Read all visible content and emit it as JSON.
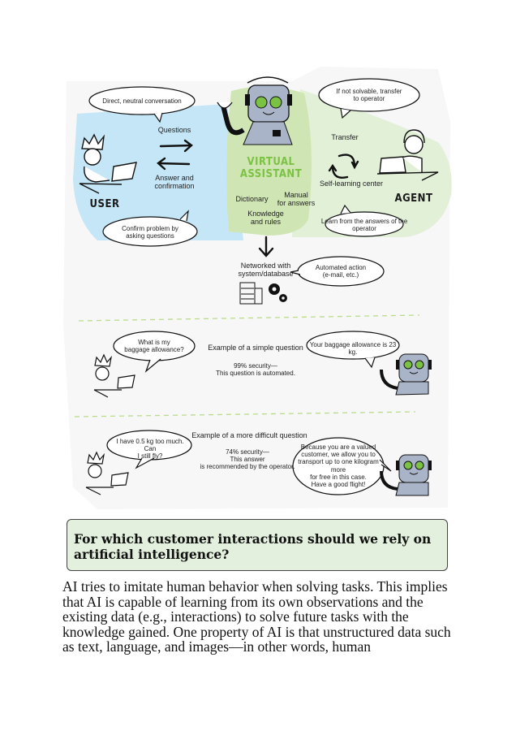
{
  "figure": {
    "top_section": {
      "user_label": "USER",
      "agent_label": "AGENT",
      "virtual_assistant_label_line1": "VIRTUAL",
      "virtual_assistant_label_line2": "ASSISTANT",
      "bubble_direct": "Direct, neutral conversation",
      "bubble_transfer_line1": "If not solvable, transfer",
      "bubble_transfer_line2": "to operator",
      "bubble_confirm_line1": "Confirm problem by",
      "bubble_confirm_line2": "asking questions",
      "bubble_learn_line1": "Learn from the answers of the",
      "bubble_learn_line2": "operator",
      "questions": "Questions",
      "answer_line1": "Answer and",
      "answer_line2": "confirmation",
      "transfer": "Transfer",
      "self_learning": "Self-learning center",
      "dictionary": "Dictionary",
      "manual_line1": "Manual",
      "manual_line2": "for answers",
      "knowledge_line1": "Knowledge",
      "knowledge_line2": "and rules",
      "networked_line1": "Networked with",
      "networked_line2": "system/database",
      "bubble_automated_line1": "Automated action",
      "bubble_automated_line2": "(e-mail, etc.)"
    },
    "simple_example": {
      "title": "Example of a simple question",
      "security_line1": "99% security—",
      "security_line2": "This question is automated.",
      "user_bubble_line1": "What is my",
      "user_bubble_line2": "baggage allowance?",
      "bot_bubble": "Your baggage allowance is 23 kg."
    },
    "difficult_example": {
      "title": "Example of a more difficult question",
      "security_line1": "74% security—",
      "security_line2": "This answer",
      "security_line3": "is recommended by the operator.",
      "user_bubble_line1": "I have 0.5 kg too much. Can",
      "user_bubble_line2": "I still fly?",
      "bot_bubble_line1": "Because you are a valued",
      "bot_bubble_line2": "customer, we allow you to",
      "bot_bubble_line3": "transport up to one kilogram more",
      "bot_bubble_line4": "for free in this case.",
      "bot_bubble_line5": "Have a good flight!"
    },
    "colors": {
      "user_zone": "#c5e6f7",
      "assistant_zone": "#cfe6b4",
      "agent_zone": "#e2f0d8",
      "accent_green": "#7cc242",
      "background": "#f6f7f6"
    }
  },
  "question_box": {
    "heading": "For which customer interactions should we rely on artificial intelligence?"
  },
  "body": {
    "paragraph": "AI tries to imitate human behavior when solving tasks. This implies that AI is capable of learning from its own observations and the existing data (e.g., interactions) to solve future tasks with the knowledge gained. One property of AI is that unstructured data such as text, language, and images—in other words, human"
  }
}
